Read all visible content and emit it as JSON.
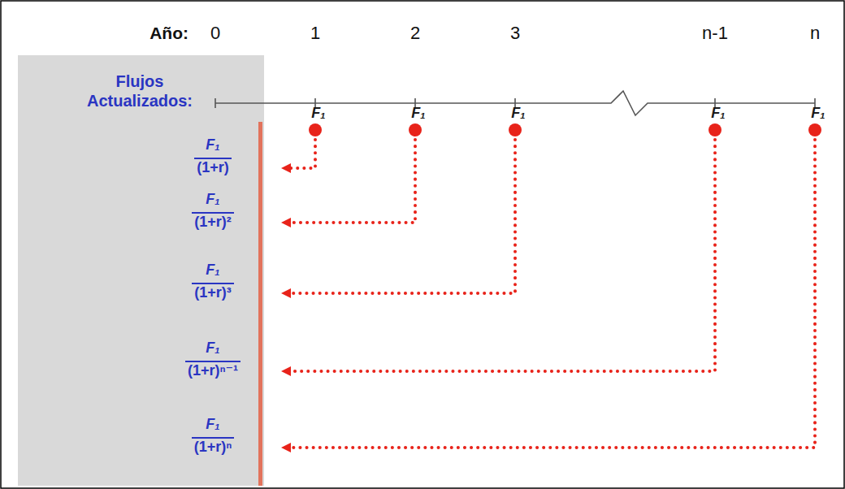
{
  "diagram": {
    "nodes": [
      {
        "text": [
          "Flujos Actualizados:"
        ]
      }
    ],
    "labels": [
      "Año:",
      "0",
      "1",
      "2",
      "3",
      "n-1",
      "n",
      "F₁",
      "F₁",
      "F₁",
      "F₁",
      "F₁",
      "F₁",
      "(1+r)",
      "F₁",
      "(1+r)²",
      "F₁",
      "(1+r)³",
      "F₁",
      "(1+r)ⁿ⁻¹",
      "F₁",
      "(1+r)ⁿ"
    ]
  }
}
